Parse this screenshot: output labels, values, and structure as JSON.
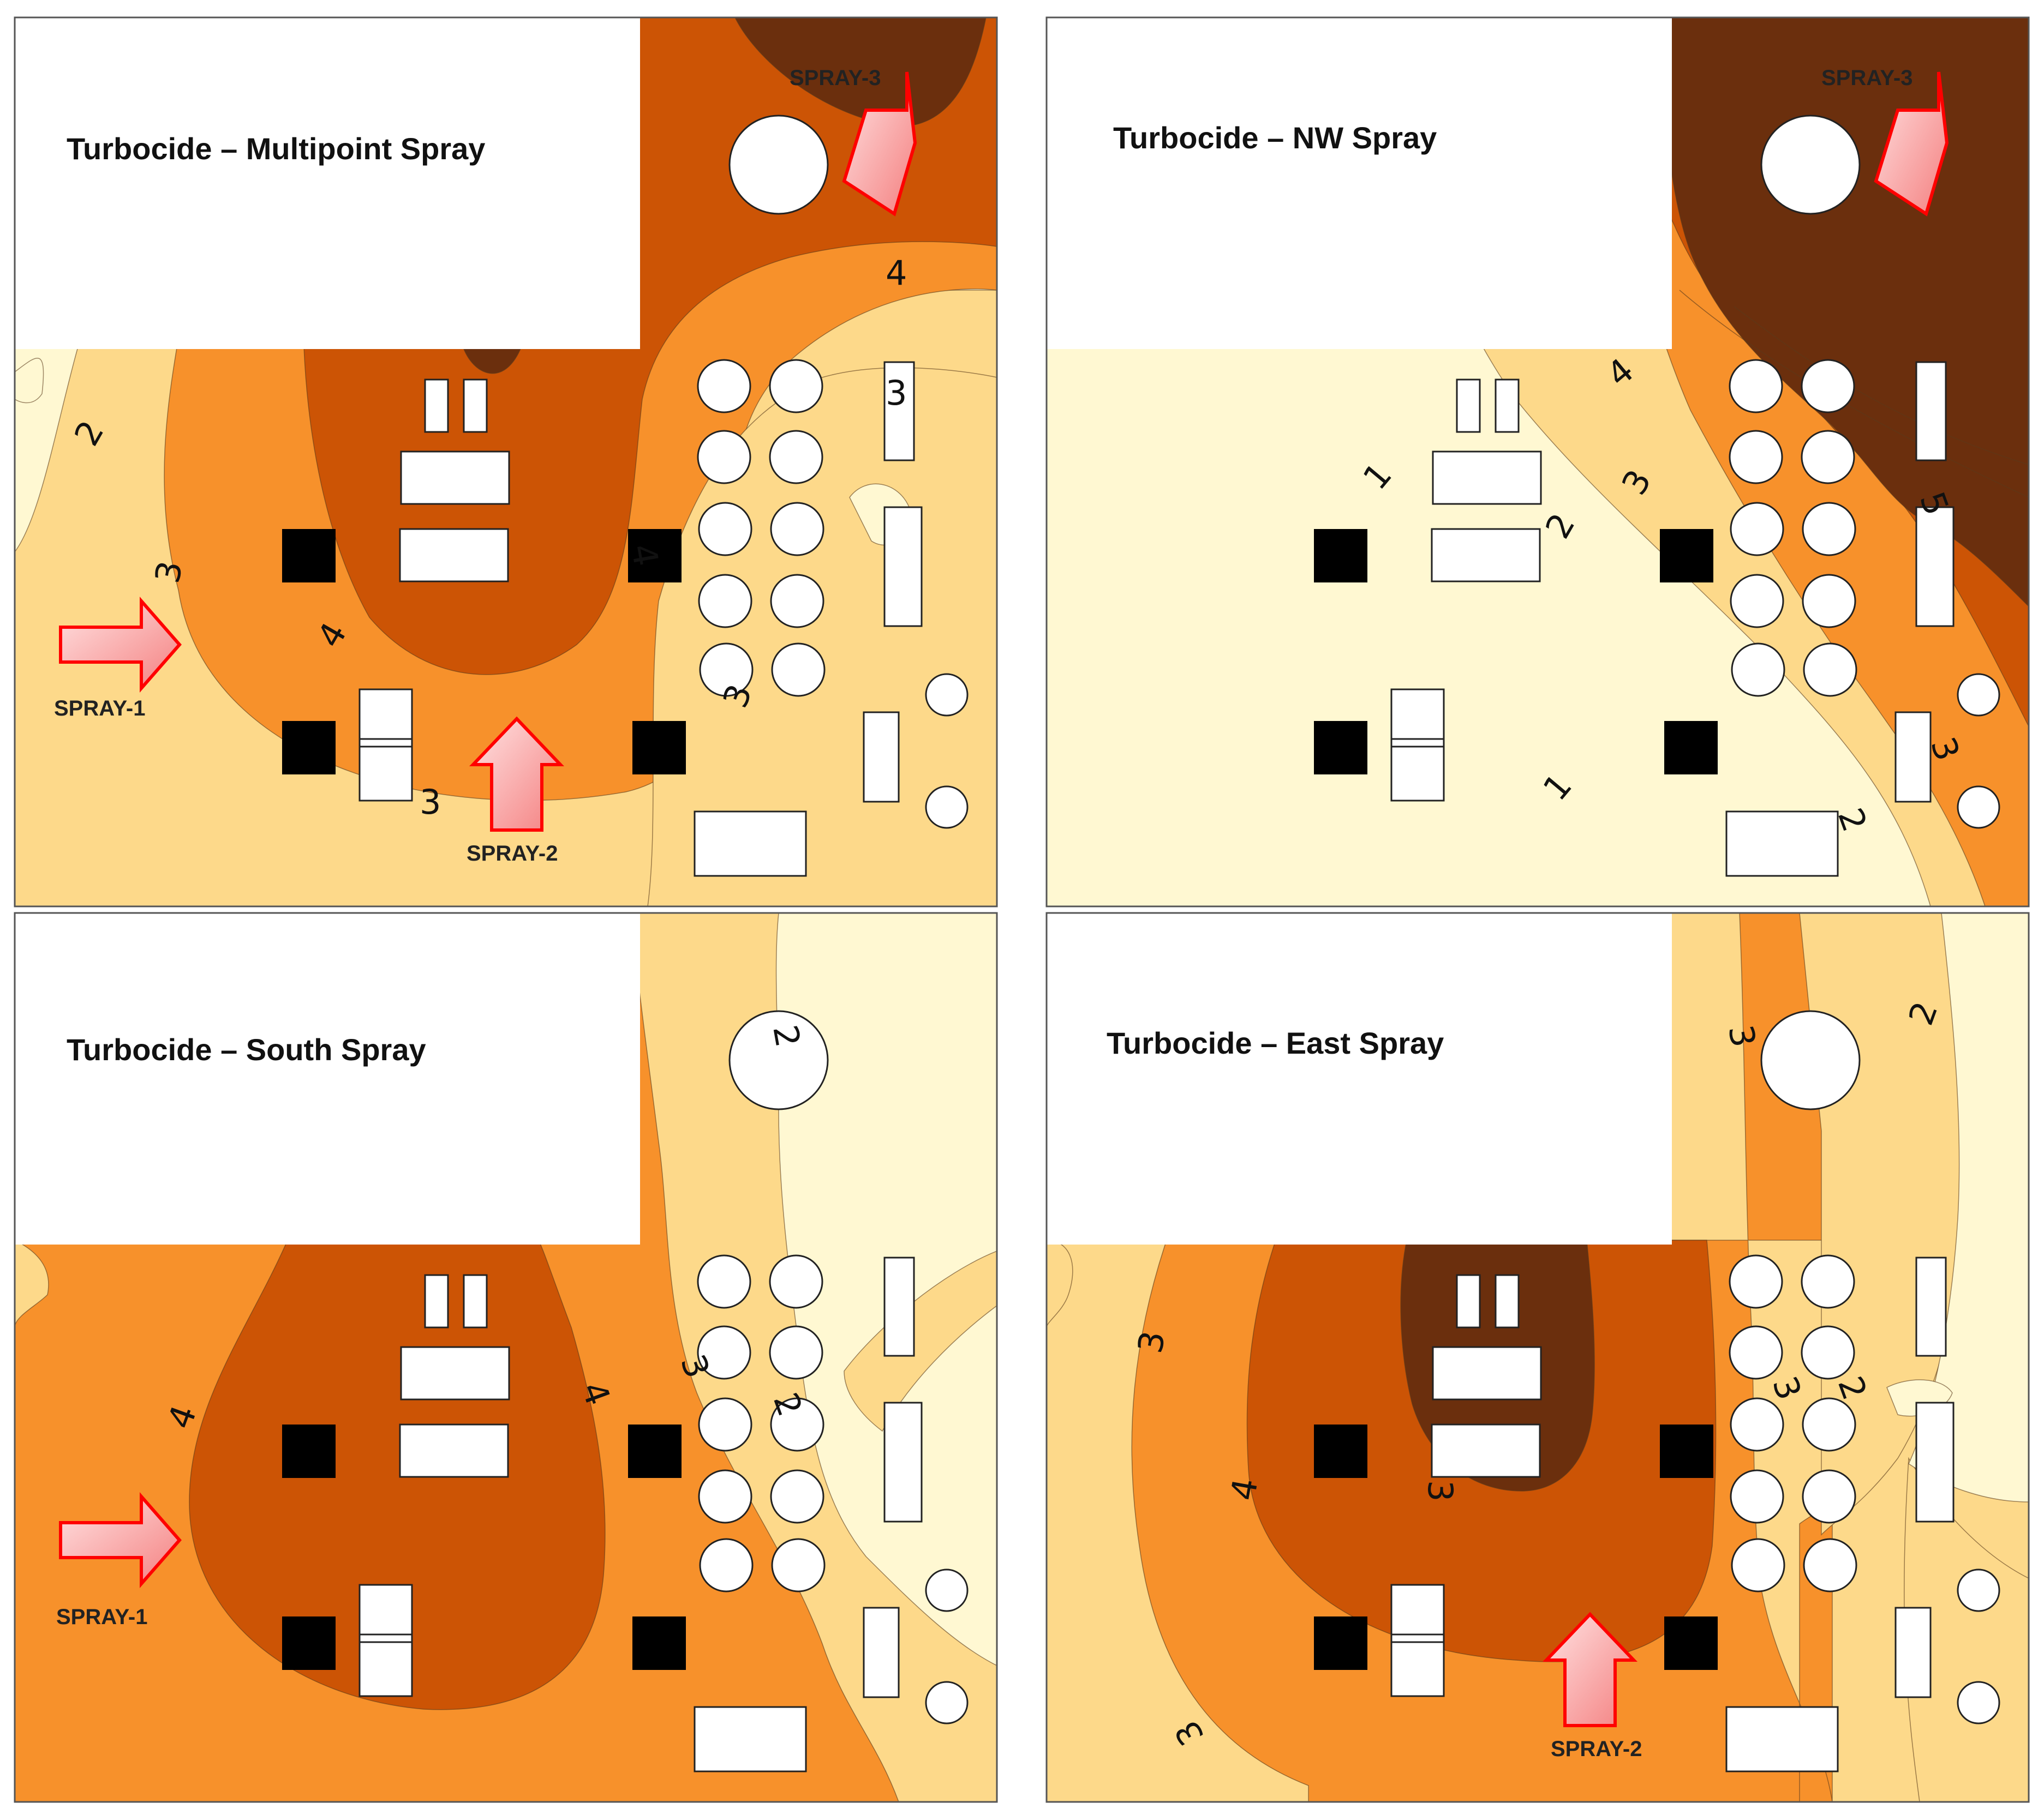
{
  "colors": {
    "level1": "#fff8d2",
    "level2": "#fdd98a",
    "level3": "#f7912b",
    "level4": "#cc5405",
    "level5": "#6b2f0d",
    "arrow_fill_light": "#ffe2e2",
    "arrow_fill_dark": "#f48080",
    "arrow_stroke": "#ff0000",
    "equipment_fill": "#ffffff",
    "block_fill": "#000000"
  },
  "panels": [
    {
      "title": "Turbocide – Multipoint Spray",
      "sprays": [
        "SPRAY-1",
        "SPRAY-2",
        "SPRAY-3"
      ],
      "contour_labels": [
        "2",
        "3",
        "4",
        "4",
        "3",
        "4",
        "3",
        "3"
      ]
    },
    {
      "title": "Turbocide – NW Spray",
      "sprays": [
        "SPRAY-3"
      ],
      "contour_labels": [
        "1",
        "2",
        "4",
        "3",
        "5",
        "1",
        "3",
        "2"
      ]
    },
    {
      "title": "Turbocide – South Spray",
      "sprays": [
        "SPRAY-1"
      ],
      "contour_labels": [
        "4",
        "4",
        "3",
        "2",
        "2"
      ]
    },
    {
      "title": "Turbocide – East Spray",
      "sprays": [
        "SPRAY-2"
      ],
      "contour_labels": [
        "3",
        "2",
        "3",
        "4",
        "3",
        "3",
        "2",
        "3"
      ]
    }
  ]
}
